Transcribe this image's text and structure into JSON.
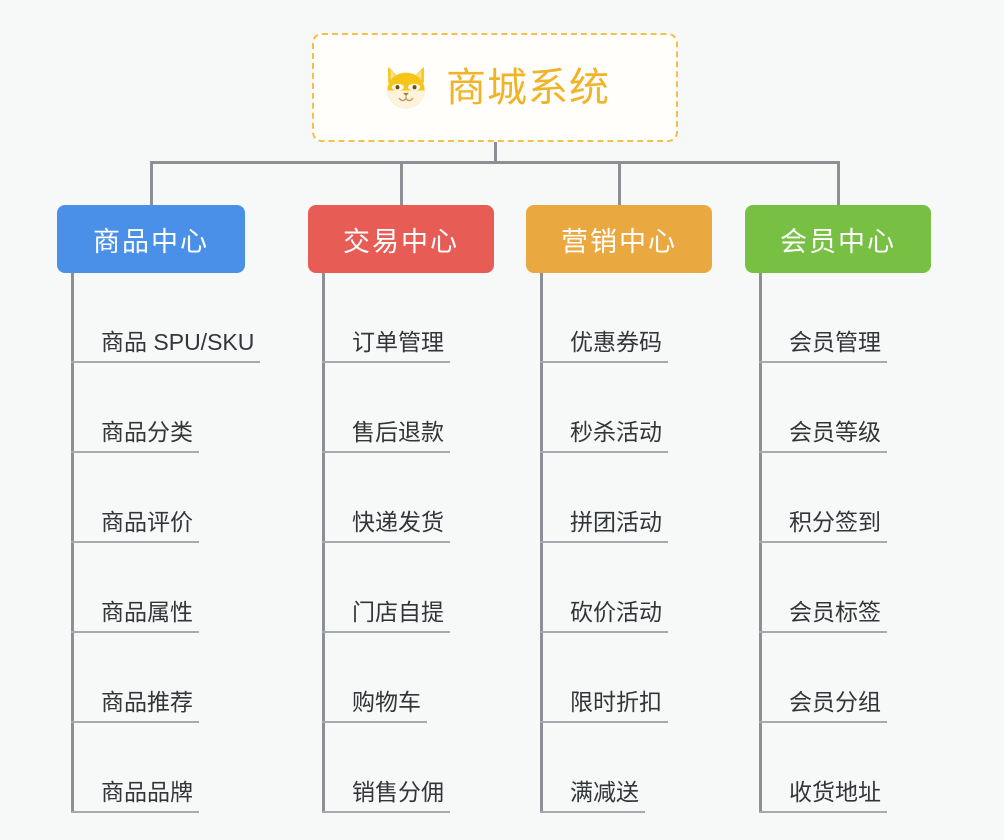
{
  "root": {
    "title": "商城系统",
    "icon": "shiba-dog-face-icon",
    "border_color": "#f3c14b",
    "title_color": "#f0b429"
  },
  "canvas": {
    "background_color": "#f7f8f8",
    "connector_color": "#8c8f94",
    "leaf_text_color": "#333639",
    "leaf_underline_color": "#a6a9ad"
  },
  "branches": [
    {
      "label": "商品中心",
      "color": "#4a90e8",
      "items": [
        "商品 SPU/SKU",
        "商品分类",
        "商品评价",
        "商品属性",
        "商品推荐",
        "商品品牌"
      ]
    },
    {
      "label": "交易中心",
      "color": "#e85c56",
      "items": [
        "订单管理",
        "售后退款",
        "快递发货",
        "门店自提",
        "购物车",
        "销售分佣"
      ]
    },
    {
      "label": "营销中心",
      "color": "#eaa940",
      "items": [
        "优惠券码",
        "秒杀活动",
        "拼团活动",
        "砍价活动",
        "限时折扣",
        "满减送"
      ]
    },
    {
      "label": "会员中心",
      "color": "#77c044",
      "items": [
        "会员管理",
        "会员等级",
        "积分签到",
        "会员标签",
        "会员分组",
        "收货地址"
      ]
    }
  ]
}
